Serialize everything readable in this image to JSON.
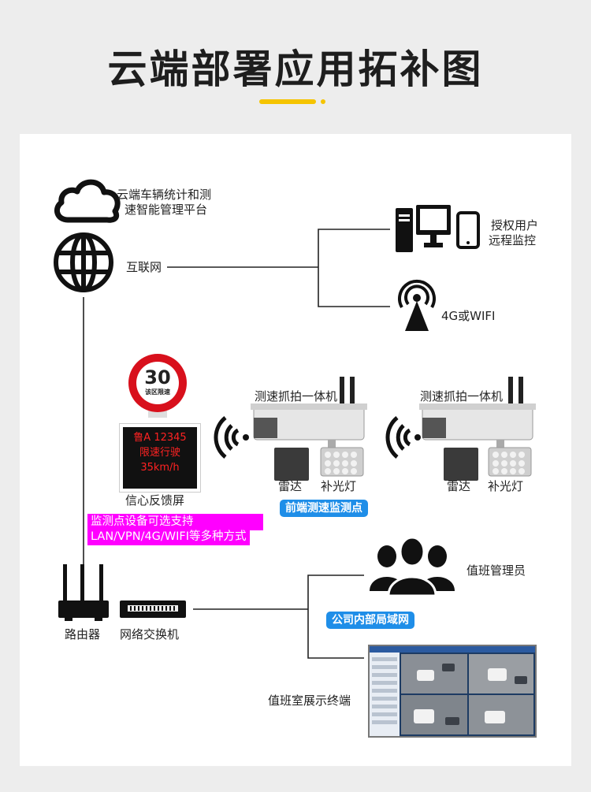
{
  "title": "云端部署应用拓补图",
  "colors": {
    "accent": "#f5c400",
    "pill": "#1f8ee8",
    "magenta": "#ff00ff",
    "led_text": "#ff2222",
    "sign_red": "#d8101c"
  },
  "cloud": {
    "line1": "云端车辆统计和测",
    "line2": "速智能管理平台"
  },
  "internet_label": "互联网",
  "authorized_users": {
    "line1": "授权用户",
    "line2": "远程监控"
  },
  "wireless_label": "4G或WIFI",
  "speed_sign": {
    "number": "30",
    "caption": "该区限速"
  },
  "led_screen": {
    "line1": "鲁A 12345",
    "line2": "限速行驶",
    "line3": "35km/h"
  },
  "feedback_label": "信心反馈屏",
  "camera_left": {
    "title": "测速抓拍一体机",
    "radar": "雷达",
    "light": "补光灯"
  },
  "camera_right": {
    "title": "测速抓拍一体机",
    "radar": "雷达",
    "light": "补光灯"
  },
  "front_point_label": "前端测速监测点",
  "support_note": {
    "line1": "监测点设备可选支持",
    "line2": "LAN/VPN/4G/WIFI等多种方式"
  },
  "router_label": "路由器",
  "switch_label": "网络交换机",
  "staff_label": "值班管理员",
  "lan_label": "公司内部局域网",
  "terminal_label": "值班室展示终端",
  "icons": [
    "cloud-icon",
    "globe-icon",
    "desktop-computer-icon",
    "smartphone-icon",
    "broadcast-tower-icon",
    "wifi-signal-icon",
    "camera-icon",
    "radar-icon",
    "fill-light-icon",
    "router-icon",
    "switch-icon",
    "people-icon",
    "monitor-screen-icon"
  ]
}
